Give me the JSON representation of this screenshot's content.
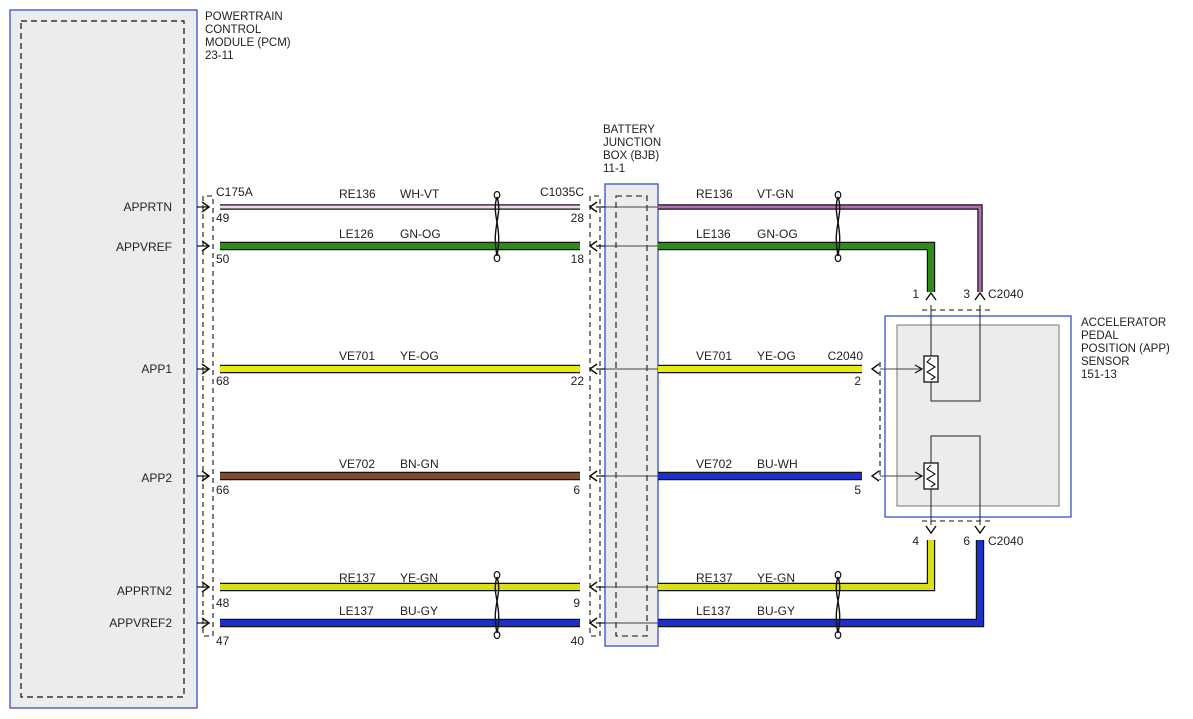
{
  "components": {
    "pcm": {
      "lines": [
        "POWERTRAIN",
        "CONTROL",
        "MODULE (PCM)",
        "23-11"
      ]
    },
    "bjb": {
      "lines": [
        "BATTERY",
        "JUNCTION",
        "BOX (BJB)",
        "11-1"
      ]
    },
    "app_sensor": {
      "lines": [
        "ACCELERATOR",
        "PEDAL",
        "POSITION (APP)",
        "SENSOR",
        "151-13"
      ]
    }
  },
  "connectors": {
    "pcm": "C175A",
    "bjb": "C1035C",
    "app_top": "C2040",
    "app_mid": "C2040",
    "app_bottom": "C2040"
  },
  "circuits": [
    {
      "signal": "APPRTN",
      "pcm_pin": "49",
      "left_circuit": "RE136",
      "left_color": "WH-VT",
      "bjb_pin": "28",
      "right_circuit": "RE136",
      "right_color": "VT-GN",
      "app_pin": "3",
      "left_hex": "#f0d6f0",
      "right_hex": "#b06fb0",
      "twisted": true
    },
    {
      "signal": "APPVREF",
      "pcm_pin": "50",
      "left_circuit": "LE126",
      "left_color": "GN-OG",
      "bjb_pin": "18",
      "right_circuit": "LE136",
      "right_color": "GN-OG",
      "app_pin": "1",
      "left_hex": "#2f8a18",
      "right_hex": "#2f8a18",
      "twisted": true
    },
    {
      "signal": "APP1",
      "pcm_pin": "68",
      "left_circuit": "VE701",
      "left_color": "YE-OG",
      "bjb_pin": "22",
      "right_circuit": "VE701",
      "right_color": "YE-OG",
      "app_pin": "2",
      "left_hex": "#eaea10",
      "right_hex": "#eaea10",
      "twisted": false
    },
    {
      "signal": "APP2",
      "pcm_pin": "66",
      "left_circuit": "VE702",
      "left_color": "BN-GN",
      "bjb_pin": "6",
      "right_circuit": "VE702",
      "right_color": "BU-WH",
      "app_pin": "5",
      "left_hex": "#7a4a2a",
      "right_hex": "#1c2fc8",
      "twisted": false
    },
    {
      "signal": "APPRTN2",
      "pcm_pin": "48",
      "left_circuit": "RE137",
      "left_color": "YE-GN",
      "bjb_pin": "9",
      "right_circuit": "RE137",
      "right_color": "YE-GN",
      "app_pin": "4",
      "left_hex": "#d8e018",
      "right_hex": "#d8e018",
      "twisted": true
    },
    {
      "signal": "APPVREF2",
      "pcm_pin": "47",
      "left_circuit": "LE137",
      "left_color": "BU-GY",
      "bjb_pin": "40",
      "right_circuit": "LE137",
      "right_color": "BU-GY",
      "app_pin": "6",
      "left_hex": "#1c2fc8",
      "right_hex": "#1c2fc8",
      "twisted": true
    }
  ],
  "colors": {
    "module_outline": "#3a4fd0",
    "module_fill": "#ececec"
  }
}
